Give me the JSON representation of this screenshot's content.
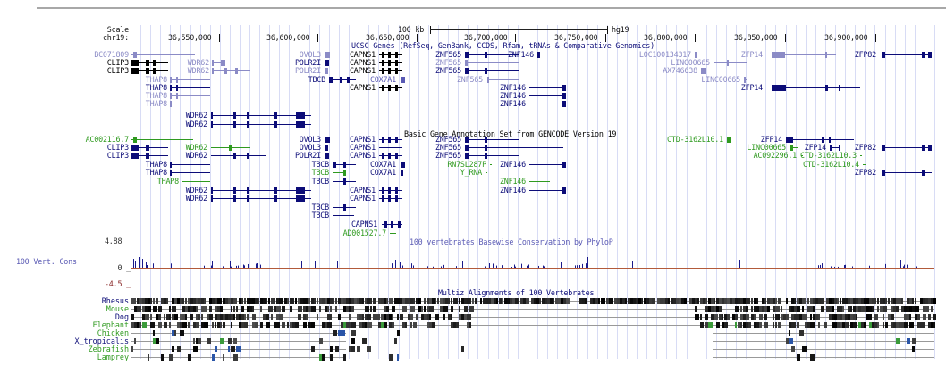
{
  "ruler": {
    "scale_label": "Scale",
    "chrom_label": "chr19:",
    "scale_text": "100 kb",
    "assembly": "hg19",
    "positions": [
      "36,550,000",
      "36,600,000",
      "36,650,000",
      "36,700,000",
      "36,750,000",
      "36,800,000",
      "36,850,000",
      "36,900,000"
    ]
  },
  "tracks": {
    "ucsc_genes": {
      "title": "UCSC Genes (RefSeq, GenBank, CCDS, Rfam, tRNAs & Comparative Genomics)",
      "items": [
        {
          "name": "BC071809",
          "color": "light"
        },
        {
          "name": "CLIP3",
          "color": "black"
        },
        {
          "name": "CLIP3",
          "color": "black"
        },
        {
          "name": "WDR62",
          "color": "light"
        },
        {
          "name": "WDR62",
          "color": "light"
        },
        {
          "name": "THAP8",
          "color": "light"
        },
        {
          "name": "THAP8",
          "color": "dark"
        },
        {
          "name": "THAP8",
          "color": "light"
        },
        {
          "name": "THAP8",
          "color": "light"
        },
        {
          "name": "WDR62",
          "color": "dark"
        },
        {
          "name": "WDR62",
          "color": "dark"
        },
        {
          "name": "OVOL3",
          "color": "light"
        },
        {
          "name": "POLR2I",
          "color": "dark"
        },
        {
          "name": "POLR2I",
          "color": "light"
        },
        {
          "name": "TBCB",
          "color": "dark"
        },
        {
          "name": "CAPNS1",
          "color": "black"
        },
        {
          "name": "CAPNS1",
          "color": "black"
        },
        {
          "name": "CAPNS1",
          "color": "black"
        },
        {
          "name": "COX7A1",
          "color": "mid"
        },
        {
          "name": "CAPNS1",
          "color": "black"
        },
        {
          "name": "ZNF565",
          "color": "dark"
        },
        {
          "name": "ZNF565",
          "color": "light"
        },
        {
          "name": "ZNF565",
          "color": "dark"
        },
        {
          "name": "ZNF565",
          "color": "light"
        },
        {
          "name": "ZNF146",
          "color": "dark"
        },
        {
          "name": "ZNF146",
          "color": "dark"
        },
        {
          "name": "ZNF146",
          "color": "dark"
        },
        {
          "name": "ZNF146",
          "color": "dark"
        },
        {
          "name": "LOC100134317",
          "color": "light"
        },
        {
          "name": "LINC00665",
          "color": "light"
        },
        {
          "name": "AX746638",
          "color": "light"
        },
        {
          "name": "LINC00665",
          "color": "light"
        },
        {
          "name": "ZFP14",
          "color": "light"
        },
        {
          "name": "ZFP14",
          "color": "dark"
        },
        {
          "name": "ZFP82",
          "color": "dark"
        }
      ]
    },
    "gencode": {
      "title": "Basic Gene Annotation Set from GENCODE Version 19",
      "items": [
        {
          "name": "AC002116.7",
          "color": "green"
        },
        {
          "name": "CLIP3",
          "color": "dark"
        },
        {
          "name": "CLIP3",
          "color": "dark"
        },
        {
          "name": "WDR62",
          "color": "green"
        },
        {
          "name": "WDR62",
          "color": "dark"
        },
        {
          "name": "THAP8",
          "color": "dark"
        },
        {
          "name": "THAP8",
          "color": "dark"
        },
        {
          "name": "THAP8",
          "color": "green"
        },
        {
          "name": "WDR62",
          "color": "dark"
        },
        {
          "name": "WDR62",
          "color": "dark"
        },
        {
          "name": "OVOL3",
          "color": "dark"
        },
        {
          "name": "OVOL3",
          "color": "dark"
        },
        {
          "name": "POLR2I",
          "color": "dark"
        },
        {
          "name": "TBCB",
          "color": "dark"
        },
        {
          "name": "TBCB",
          "color": "green"
        },
        {
          "name": "TBCB",
          "color": "dark"
        },
        {
          "name": "TBCB",
          "color": "dark"
        },
        {
          "name": "TBCB",
          "color": "dark"
        },
        {
          "name": "CAPNS1",
          "color": "dark"
        },
        {
          "name": "CAPNS1",
          "color": "dark"
        },
        {
          "name": "CAPNS1",
          "color": "dark"
        },
        {
          "name": "CAPNS1",
          "color": "dark"
        },
        {
          "name": "CAPNS1",
          "color": "dark"
        },
        {
          "name": "CAPNS1",
          "color": "dark"
        },
        {
          "name": "COX7A1",
          "color": "dark"
        },
        {
          "name": "COX7A1",
          "color": "dark"
        },
        {
          "name": "AD001527.7",
          "color": "green"
        },
        {
          "name": "ZNF565",
          "color": "dark"
        },
        {
          "name": "ZNF565",
          "color": "dark"
        },
        {
          "name": "ZNF565",
          "color": "dark"
        },
        {
          "name": "RN7SL287P",
          "color": "green"
        },
        {
          "name": "Y_RNA",
          "color": "green"
        },
        {
          "name": "ZNF146",
          "color": "dark"
        },
        {
          "name": "ZNF146",
          "color": "green"
        },
        {
          "name": "ZNF146",
          "color": "dark"
        },
        {
          "name": "CTD-3162L10.1",
          "color": "green"
        },
        {
          "name": "LINC00665",
          "color": "green"
        },
        {
          "name": "AC092296.1",
          "color": "green"
        },
        {
          "name": "ZFP14",
          "color": "dark"
        },
        {
          "name": "ZFP14",
          "color": "dark"
        },
        {
          "name": "CTD-3162L10.3",
          "color": "green"
        },
        {
          "name": "CTD-3162L10.4",
          "color": "green"
        },
        {
          "name": "ZFP82",
          "color": "dark"
        },
        {
          "name": "ZFP82",
          "color": "dark"
        }
      ]
    },
    "conservation": {
      "title": "100 vertebrates Basewise Conservation by PhyloP",
      "label": "100 Vert. Cons",
      "max": "4.88 _",
      "zero": "0 _",
      "min": "-4.5 _",
      "colors": {
        "positive": "#1a1a8c",
        "negative": "#b25a3a"
      }
    },
    "multiz": {
      "title": "Multiz Alignments of 100 Vertebrates",
      "species": [
        {
          "name": "Rhesus",
          "color": "dark"
        },
        {
          "name": "Mouse",
          "color": "green"
        },
        {
          "name": "Dog",
          "color": "dark"
        },
        {
          "name": "Elephant",
          "color": "green"
        },
        {
          "name": "Chicken",
          "color": "green"
        },
        {
          "name": "X_tropicalis",
          "color": "dark"
        },
        {
          "name": "Zebrafish",
          "color": "green"
        },
        {
          "name": "Lamprey",
          "color": "green"
        }
      ]
    }
  },
  "colors": {
    "dark": "#0c0c78",
    "mid": "#5a5ab4",
    "light": "#8b8bc6",
    "green": "#2f9a1f",
    "grid": "#d8dcf5",
    "left_edge": "#f2b7b7"
  }
}
